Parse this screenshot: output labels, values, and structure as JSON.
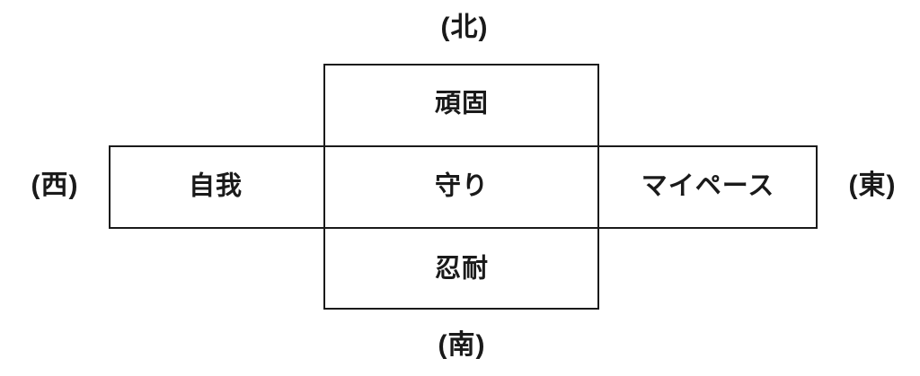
{
  "diagram": {
    "title_hint": "compass cross diagram of traits",
    "directions": {
      "north": "(北)",
      "south": "(南)",
      "west": "(西)",
      "east": "(東)"
    },
    "cells": {
      "north": "頑固",
      "center": "守り",
      "south": "忍耐",
      "west": "自我",
      "east": "マイペース"
    },
    "colors": {
      "line": "#1a1a1a",
      "text": "#1a1a1a",
      "background": "#ffffff"
    }
  }
}
